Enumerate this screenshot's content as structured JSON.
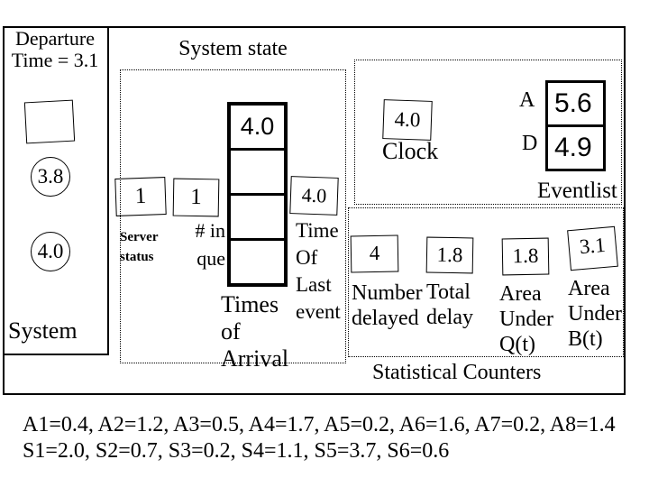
{
  "left_panel": {
    "title_line1": "Departure",
    "title_line2": "Time = 3.1",
    "customer_in_service": "3.8",
    "customer_in_queue": "4.0",
    "label": "System"
  },
  "system_state": {
    "title": "System state",
    "server_status": {
      "value": "1",
      "label_line1": "Server",
      "label_line2": "status"
    },
    "number_in_queue": {
      "value": "1",
      "label_line1": "# in",
      "label_line2": "que"
    },
    "queue": {
      "cells": [
        "4.0",
        "",
        "",
        ""
      ],
      "label_line1": "Times",
      "label_line2": "of",
      "label_line3": "Arrival"
    },
    "time_of_last_event": {
      "value": "4.0",
      "label_line1": "Time",
      "label_line2": "Of",
      "label_line3": "Last",
      "label_line4": "event"
    }
  },
  "clock": {
    "value": "4.0",
    "label": "Clock"
  },
  "eventlist": {
    "label": "Eventlist",
    "rows": [
      {
        "key": "A",
        "value": "5.6"
      },
      {
        "key": "D",
        "value": "4.9"
      }
    ]
  },
  "statistical_counters": {
    "label": "Statistical Counters",
    "counters": [
      {
        "value": "4",
        "label_line1": "Number",
        "label_line2": "delayed",
        "label_line3": ""
      },
      {
        "value": "1.8",
        "label_line1": "Total",
        "label_line2": "delay",
        "label_line3": ""
      },
      {
        "value": "1.8",
        "label_line1": "Area",
        "label_line2": "Under",
        "label_line3": "Q(t)"
      },
      {
        "value": "3.1",
        "label_line1": "Area",
        "label_line2": "Under",
        "label_line3": "B(t)"
      }
    ]
  },
  "footer": {
    "line1": "A1=0.4, A2=1.2, A3=0.5, A4=1.7, A5=0.2, A6=1.6, A7=0.2, A8=1.4",
    "line2": "S1=2.0, S2=0.7, S3=0.2, S4=1.1, S5=3.7, S6=0.6"
  },
  "colors": {
    "foreground": "#000000",
    "background": "#ffffff"
  }
}
